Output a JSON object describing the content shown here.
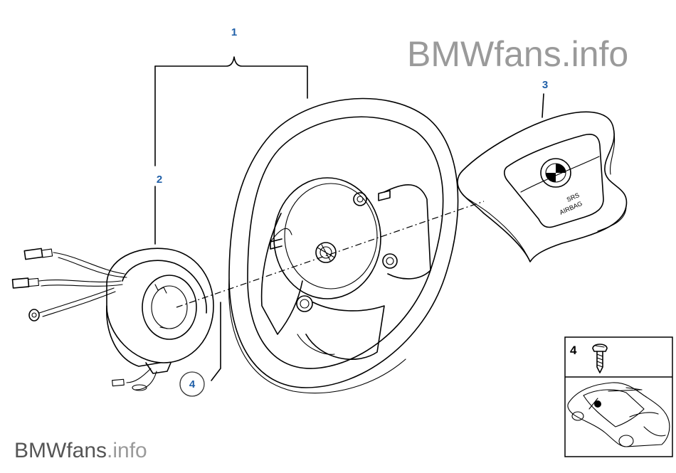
{
  "callouts": {
    "c1": "1",
    "c2": "2",
    "c3": "3",
    "c4": "4"
  },
  "watermark_top": {
    "brand": "BMWfans",
    "suffix": ".info"
  },
  "watermark_bottom": {
    "brand": "BMWfans",
    "suffix": ".info"
  },
  "airbag_text": {
    "line1": "SRS",
    "line2": "AIRBAG"
  },
  "inset": {
    "part_number": "4"
  },
  "icons": [
    "steering-wheel-icon",
    "airbag-module-icon",
    "contact-ring-icon",
    "screw-icon",
    "car-locator-icon",
    "bmw-roundel-icon"
  ]
}
